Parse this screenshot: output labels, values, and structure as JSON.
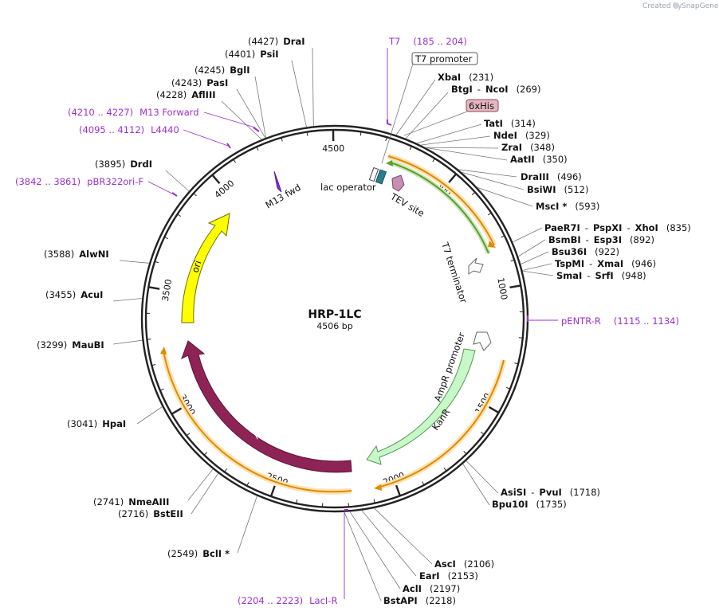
{
  "credit": {
    "prefix": "Created by",
    "brand": "SnapGene"
  },
  "plasmid": {
    "name": "HRP-1LC",
    "length_label": "4506 bp",
    "length": 4506
  },
  "tick_labels": [
    "500",
    "1000",
    "1500",
    "2000",
    "2500",
    "3000",
    "3500",
    "4000",
    "4500"
  ],
  "features": [
    {
      "label": "T7 promoter",
      "boxed": true,
      "box_color": "#ffffff"
    },
    {
      "label": "6xHis",
      "boxed": true,
      "box_color": "#e6b6c2"
    },
    {
      "label": "lac operator"
    },
    {
      "label": "TEV site"
    },
    {
      "label": "T7 terminator"
    },
    {
      "label": "M13 fwd"
    },
    {
      "label": "ori"
    },
    {
      "label": "lacI"
    },
    {
      "label": "KanR"
    },
    {
      "label": "AmpR promoter"
    }
  ],
  "sites": [
    {
      "name": "DraI",
      "pos": "(4427)"
    },
    {
      "name": "PsiI",
      "pos": "(4401)"
    },
    {
      "name": "BglI",
      "pos": "(4245)"
    },
    {
      "name": "PasI",
      "pos": "(4243)"
    },
    {
      "name": "AflIII",
      "pos": "(4228)"
    },
    {
      "name": "DrdI",
      "pos": "(3895)"
    },
    {
      "name": "AlwNI",
      "pos": "(3588)"
    },
    {
      "name": "AcuI",
      "pos": "(3455)"
    },
    {
      "name": "MauBI",
      "pos": "(3299)"
    },
    {
      "name": "HpaI",
      "pos": "(3041)"
    },
    {
      "name": "NmeAIII",
      "pos": "(2741)"
    },
    {
      "name": "BstEII",
      "pos": "(2716)"
    },
    {
      "name": "BclI *",
      "pos": "(2549)"
    },
    {
      "name": "XbaI",
      "pos": "(231)"
    },
    {
      "name": "BtgI",
      "sep": "-",
      "name2": "NcoI",
      "pos": "(269)"
    },
    {
      "name": "TatI",
      "pos": "(314)"
    },
    {
      "name": "NdeI",
      "pos": "(329)"
    },
    {
      "name": "ZraI",
      "pos": "(348)"
    },
    {
      "name": "AatII",
      "pos": "(350)"
    },
    {
      "name": "DraIII",
      "pos": "(496)"
    },
    {
      "name": "BsiWI",
      "pos": "(512)"
    },
    {
      "name": "MscI *",
      "pos": "(593)"
    },
    {
      "name": "PaeR7I",
      "sep": "-",
      "name2": "PspXI",
      "sep2": "-",
      "name3": "XhoI",
      "pos": "(835)"
    },
    {
      "name": "BsmBI",
      "sep": "-",
      "name2": "Esp3I",
      "pos": "(892)"
    },
    {
      "name": "Bsu36I",
      "pos": "(922)"
    },
    {
      "name": "TspMI",
      "sep": "-",
      "name2": "XmaI",
      "pos": "(946)"
    },
    {
      "name": "SmaI",
      "sep": "-",
      "name2": "SrfI",
      "pos": "(948)"
    },
    {
      "name": "AsiSI",
      "sep": "-",
      "name2": "PvuI",
      "pos": "(1718)"
    },
    {
      "name": "Bpu10I",
      "pos": "(1735)"
    },
    {
      "name": "AscI",
      "pos": "(2106)"
    },
    {
      "name": "EarI",
      "pos": "(2153)"
    },
    {
      "name": "AclI",
      "pos": "(2197)"
    },
    {
      "name": "BstAPI",
      "pos": "(2218)"
    }
  ],
  "primers": [
    {
      "name": "T7",
      "range": "(185 .. 204)"
    },
    {
      "name": "M13 Forward",
      "range": "(4210 .. 4227)"
    },
    {
      "name": "L4440",
      "range": "(4095 .. 4112)"
    },
    {
      "name": "pBR322ori-F",
      "range": "(3842 .. 3861)"
    },
    {
      "name": "pENTR-R",
      "range": "(1115 .. 1134)"
    },
    {
      "name": "LacI-R",
      "range": "(2204 .. 2223)"
    }
  ],
  "colors": {
    "backbone": "#222222",
    "ori": "#ffff00",
    "lacI": "#8e2356",
    "kanR": "#c8f7c8",
    "t7_terminator": "#ffffff",
    "orf": "#f5a623",
    "orf_glow": "#fde3b3",
    "inner_orf": "#5aa02c",
    "primer": "#9b30d0",
    "lac_operator": "#2a7f8f",
    "tev_site": "#c58fb2",
    "m13_fwd": "#8a2be2"
  }
}
